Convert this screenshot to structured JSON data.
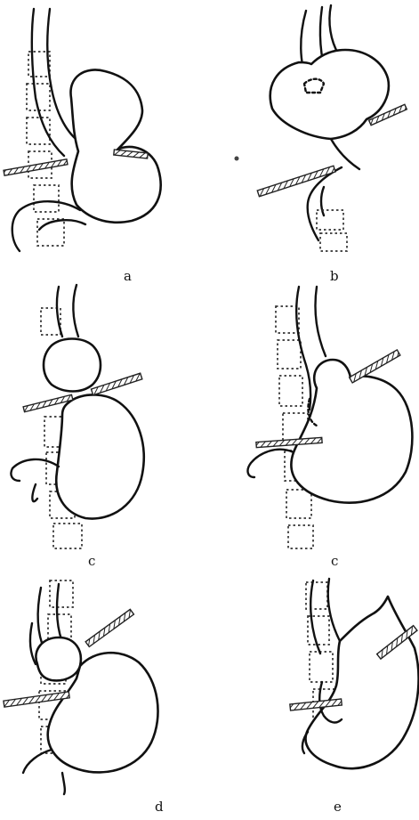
{
  "panels": [
    {
      "id": "a",
      "label": "a"
    },
    {
      "id": "b",
      "label": "b"
    },
    {
      "id": "c",
      "label": "c"
    },
    {
      "id": "c2",
      "label": "c"
    },
    {
      "id": "d",
      "label": "d"
    },
    {
      "id": "e",
      "label": "e"
    }
  ]
}
